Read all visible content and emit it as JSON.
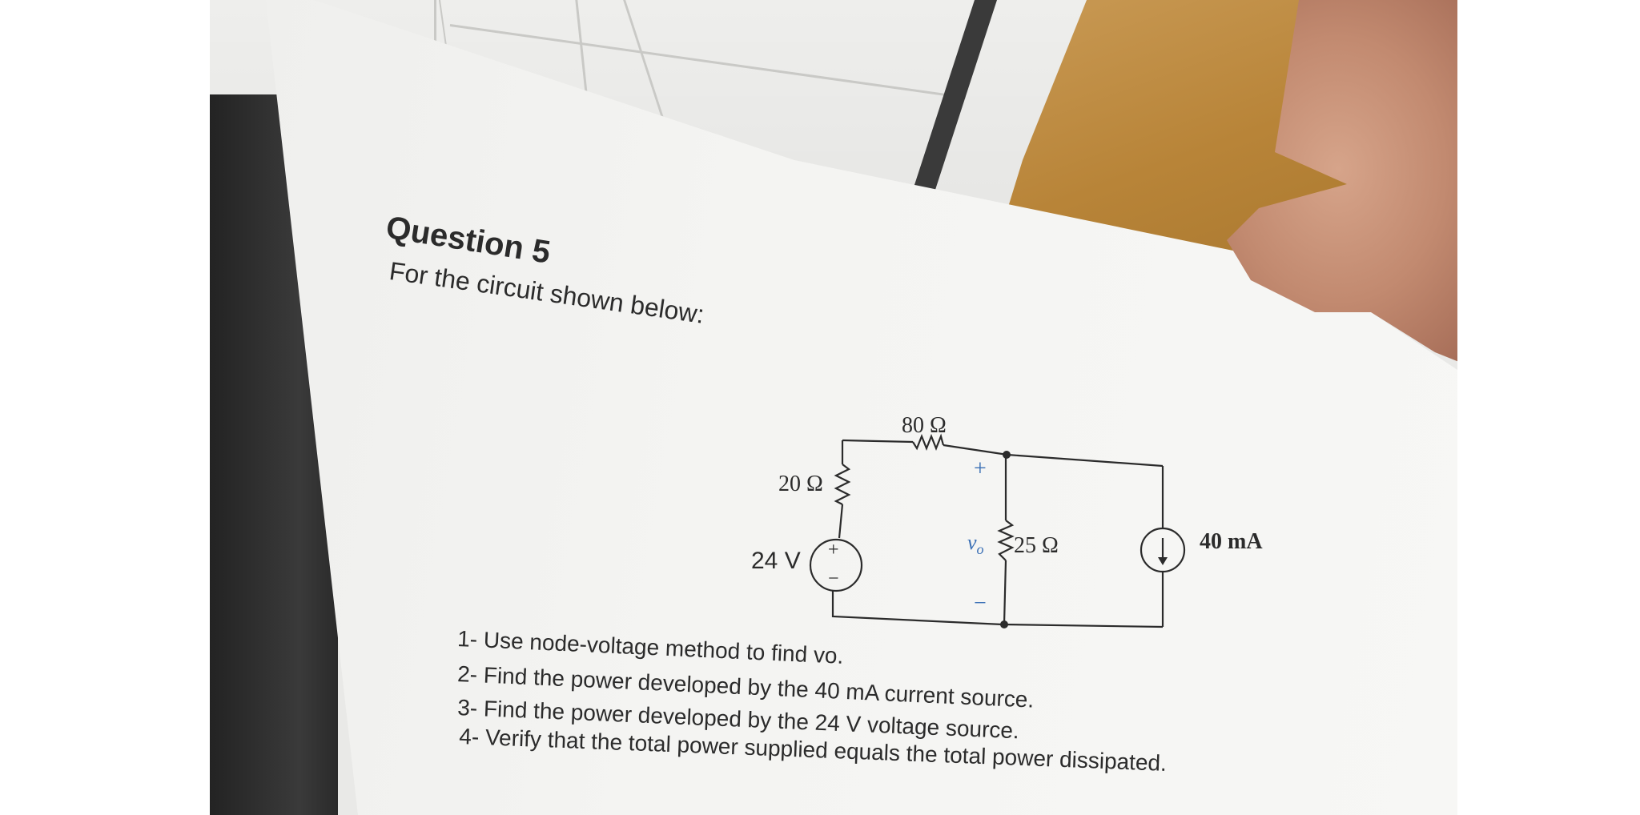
{
  "question": {
    "title": "Question 5",
    "subtitle": "For the circuit shown below:"
  },
  "circuit": {
    "r1": "20 Ω",
    "r2": "80 Ω",
    "r3": "25 Ω",
    "voltage_source": "24 V",
    "current_source": "40 mA",
    "output_label": "v",
    "output_subscript": "o",
    "plus": "+",
    "minus": "−",
    "src_plus": "+",
    "src_minus": "−"
  },
  "tasks": [
    "1-  Use node-voltage method to find vo.",
    "2-  Find the power developed by the 40 mA current source.",
    "3-  Find the power developed by the 24 V voltage source.",
    "4-  Verify that the total power supplied equals the total power dissipated."
  ]
}
